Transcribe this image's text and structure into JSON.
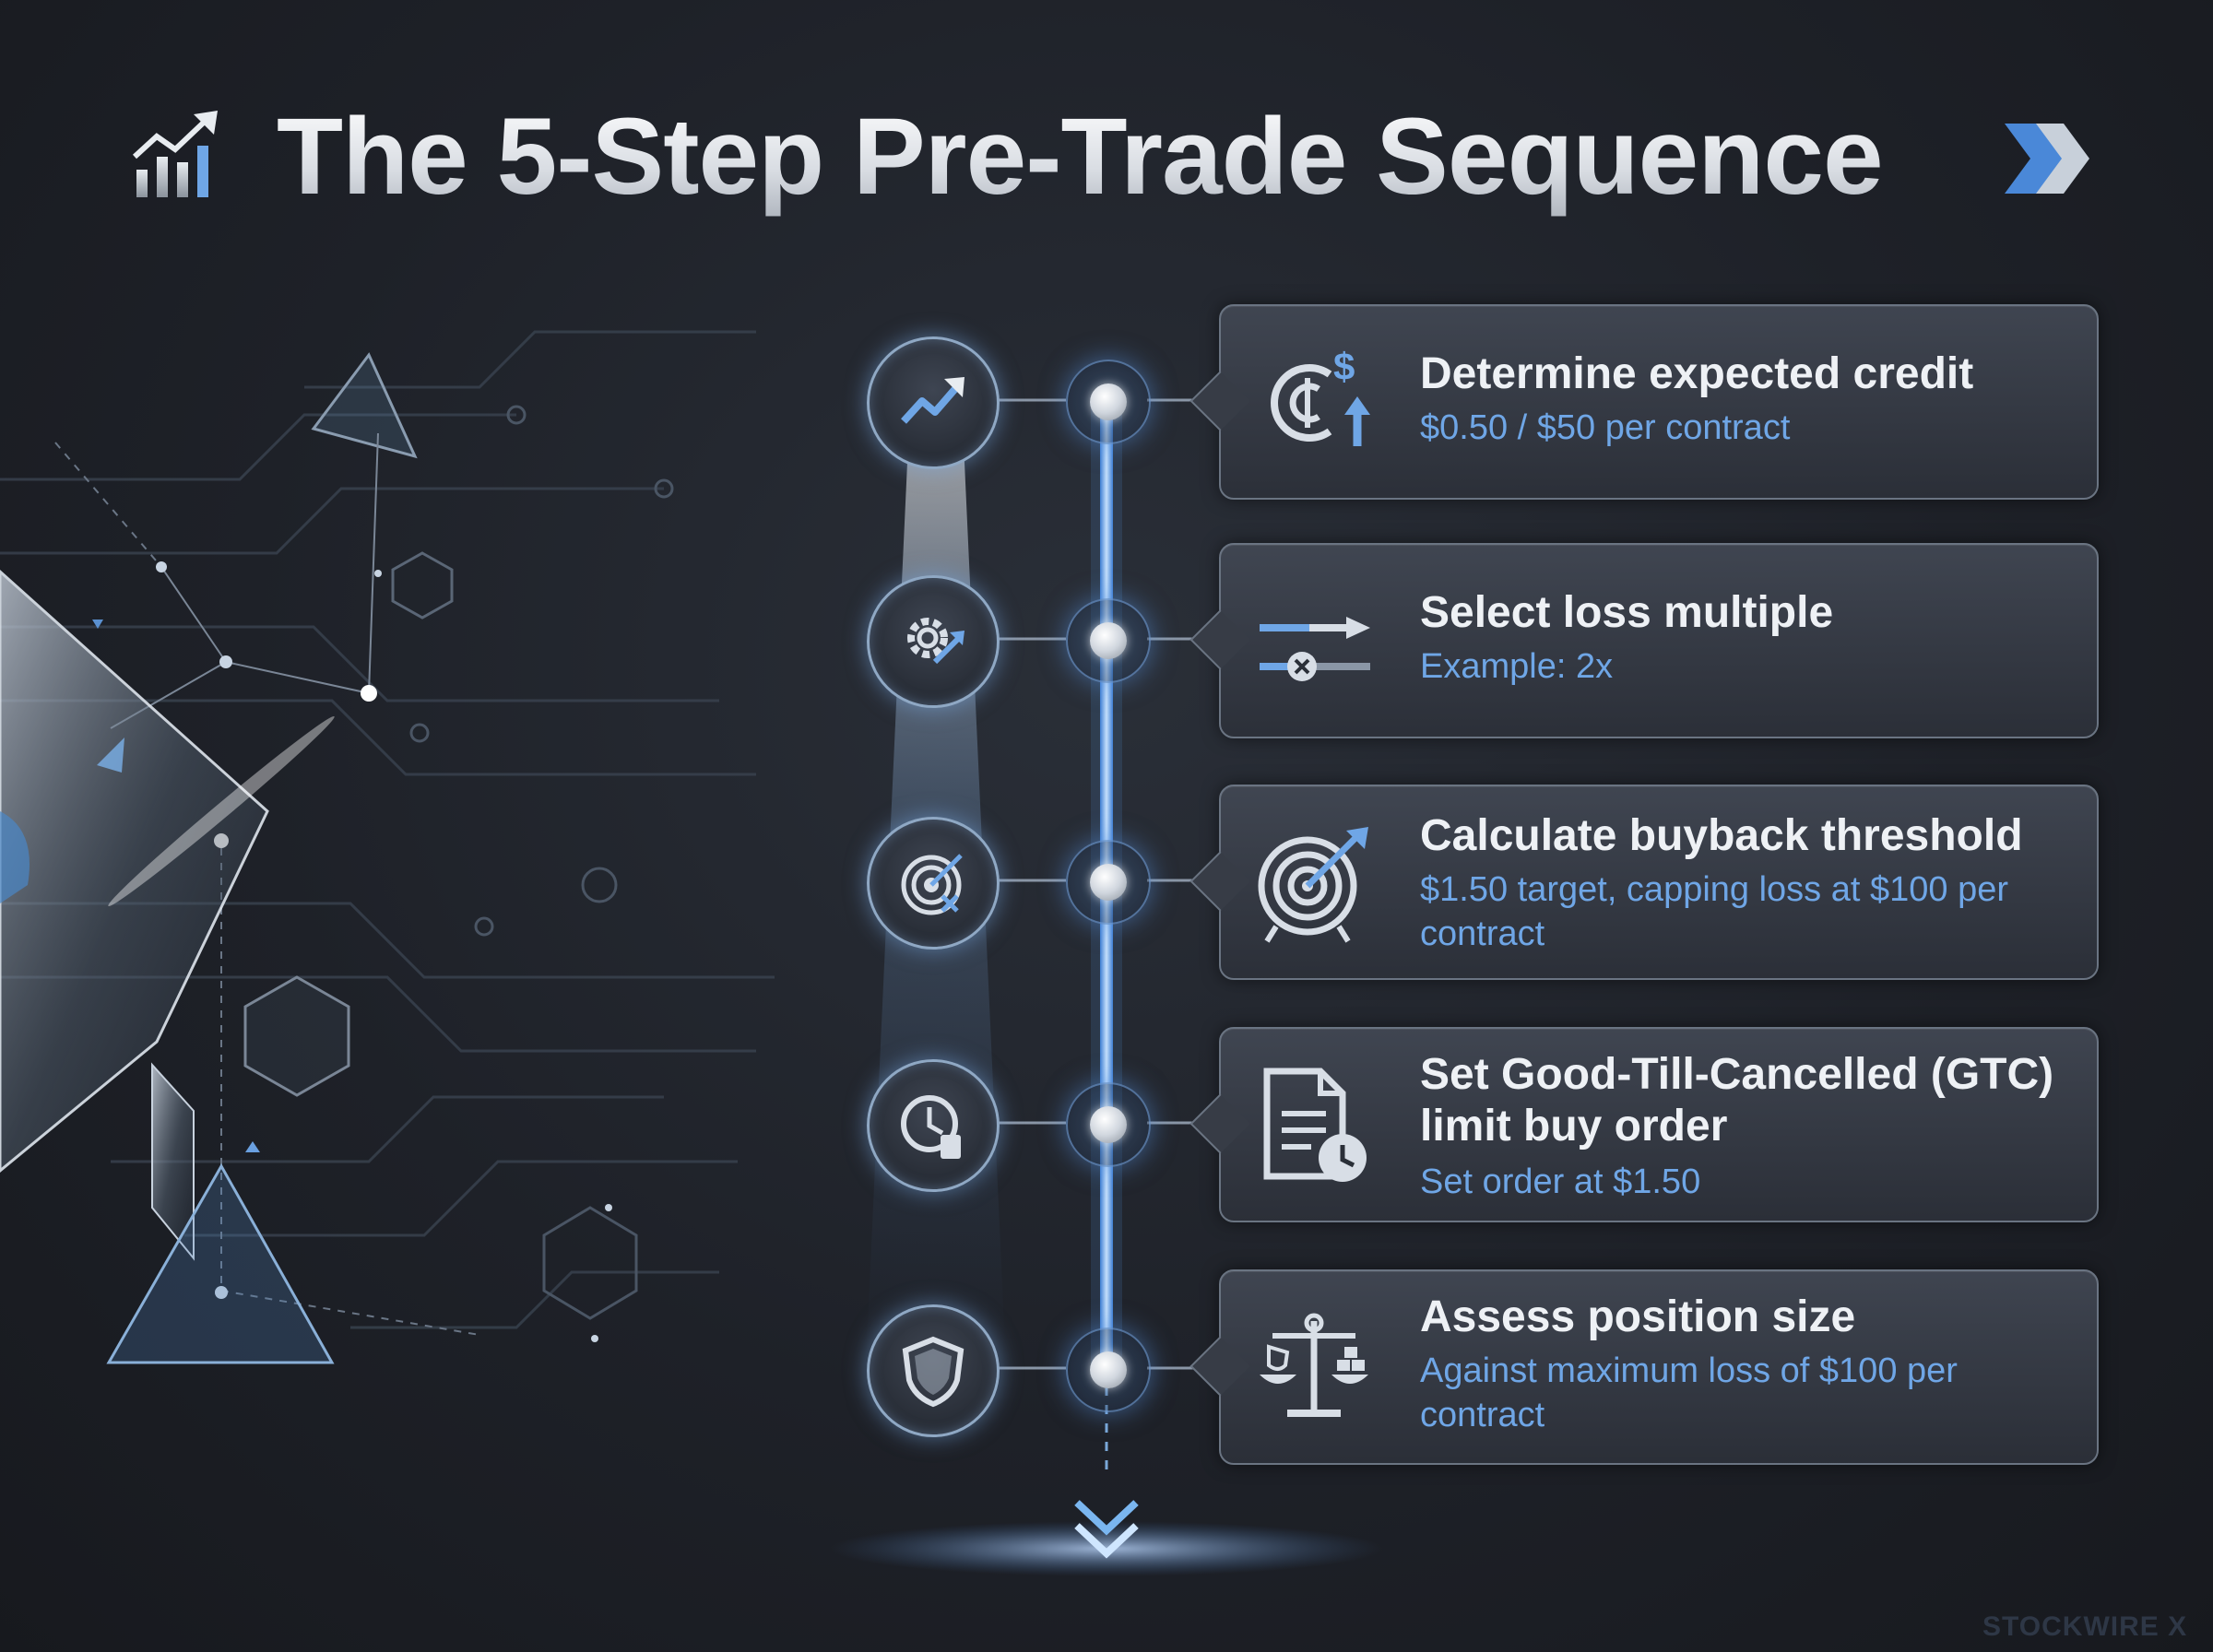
{
  "header": {
    "title": "The 5-Step Pre-Trade Sequence",
    "title_icon": "chart-growth-icon",
    "end_icon": "double-chevron-right-icon"
  },
  "steps": [
    {
      "title": "Determine expected credit",
      "description": "$0.50 / $50 per contract",
      "circle_icon": "trend-up-icon",
      "card_icon": "cent-dollar-up-icon"
    },
    {
      "title": "Select loss multiple",
      "description": "Example: 2x",
      "circle_icon": "gear-arrow-icon",
      "card_icon": "slider-arrow-icon"
    },
    {
      "title": "Calculate buyback threshold",
      "description": "$1.50 target, capping loss at $100 per contract",
      "circle_icon": "target-icon",
      "card_icon": "target-arrow-icon"
    },
    {
      "title": "Set Good-Till-Cancelled (GTC) limit buy order",
      "description": "Set order at $1.50",
      "circle_icon": "clock-document-icon",
      "card_icon": "document-clock-icon"
    },
    {
      "title": "Assess position size",
      "description": "Against maximum loss of $100 per contract",
      "circle_icon": "shield-icon",
      "card_icon": "balance-scale-icon"
    }
  ],
  "watermark": "STOCKWIRE X",
  "colors": {
    "accent": "#6fa6e6",
    "glow": "#7fb6f0",
    "background": "#1e2128",
    "card_border": "#6a7482"
  }
}
